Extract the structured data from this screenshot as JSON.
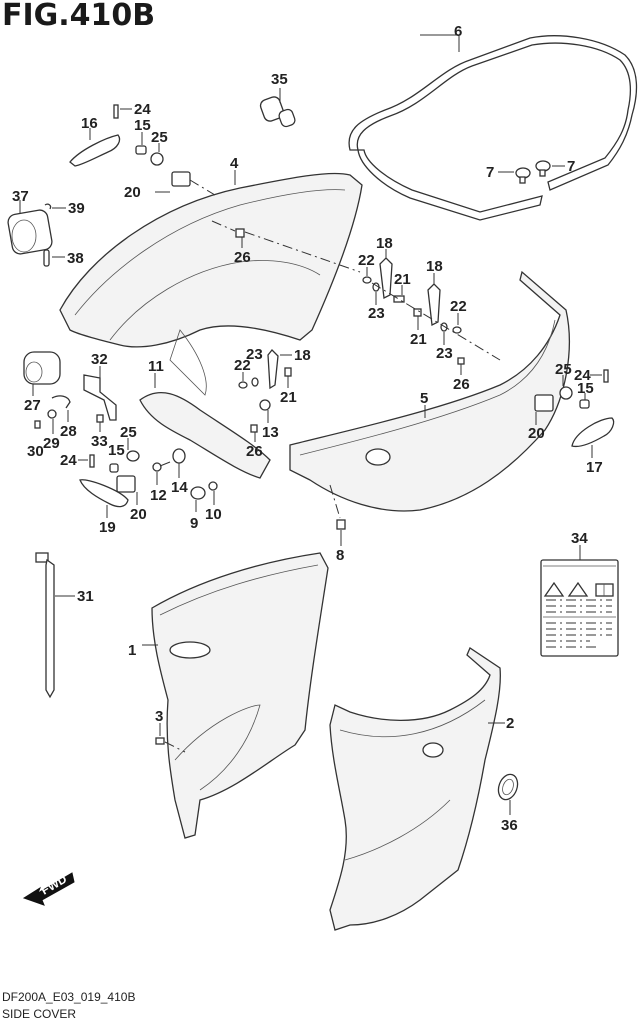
{
  "figure": {
    "title": "FIG.410B",
    "drawing_code": "DF200A_E03_019_410B",
    "section_name": "SIDE COVER",
    "fwd_label": "FWD"
  },
  "callouts": {
    "c1": "1",
    "c2": "2",
    "c3": "3",
    "c4": "4",
    "c5": "5",
    "c6": "6",
    "c7a": "7",
    "c7b": "7",
    "c8": "8",
    "c9": "9",
    "c10": "10",
    "c11": "11",
    "c12": "12",
    "c13": "13",
    "c14": "14",
    "c15a": "15",
    "c15b": "15",
    "c15c": "15",
    "c16": "16",
    "c17": "17",
    "c18a": "18",
    "c18b": "18",
    "c18c": "18",
    "c19": "19",
    "c20a": "20",
    "c20b": "20",
    "c20c": "20",
    "c21a": "21",
    "c21b": "21",
    "c21c": "21",
    "c22a": "22",
    "c22b": "22",
    "c22c": "22",
    "c23a": "23",
    "c23b": "23",
    "c23c": "23",
    "c24a": "24",
    "c24b": "24",
    "c24c": "24",
    "c25a": "25",
    "c25b": "25",
    "c25c": "25",
    "c26a": "26",
    "c26b": "26",
    "c26c": "26",
    "c27": "27",
    "c28": "28",
    "c29": "29",
    "c30": "30",
    "c31": "31",
    "c32": "32",
    "c33": "33",
    "c34": "34",
    "c35": "35",
    "c36": "36",
    "c37": "37",
    "c38": "38",
    "c39": "39"
  },
  "icons": {
    "fwd_arrow": "fwd-arrow-icon",
    "warning_label": "caution-label-icon"
  }
}
